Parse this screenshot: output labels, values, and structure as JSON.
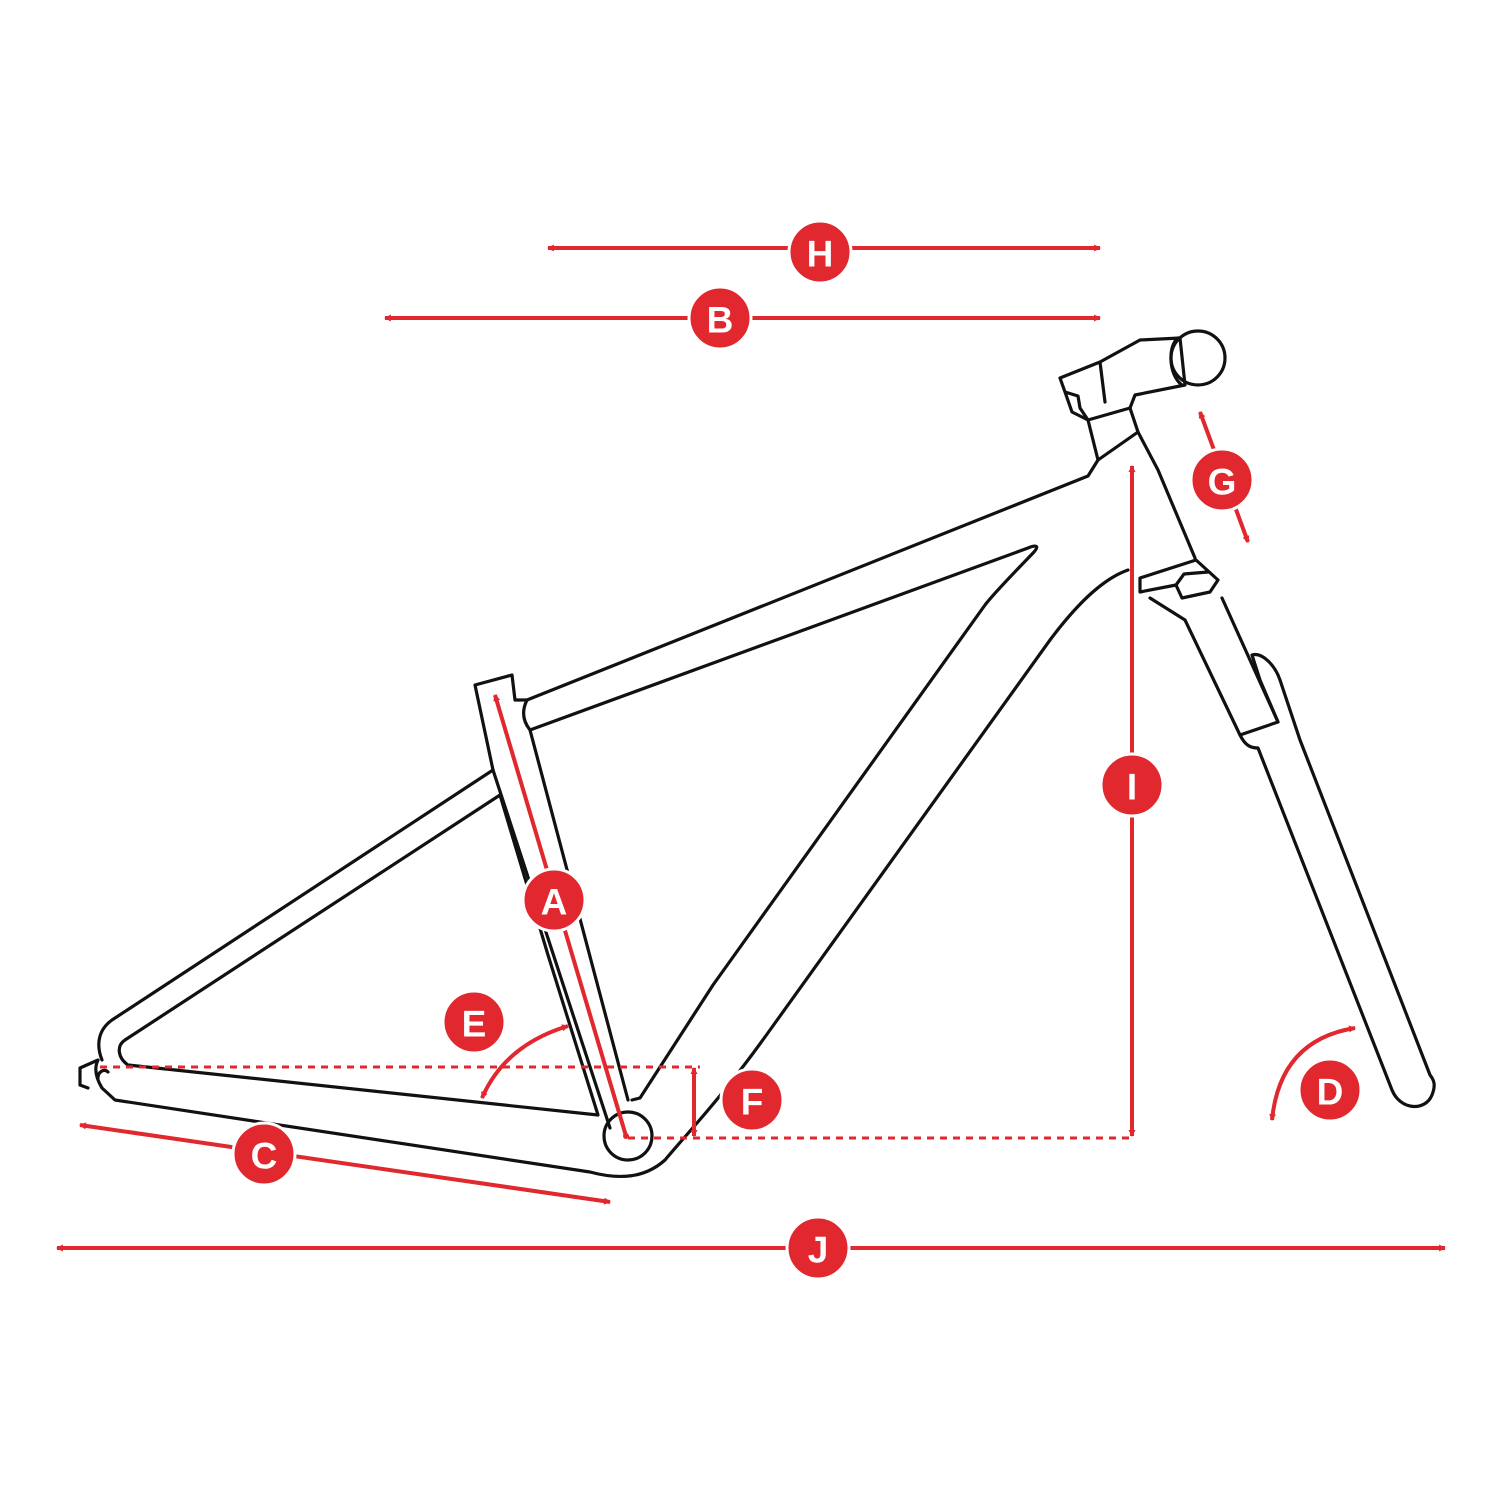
{
  "accent_color": "#e0282e",
  "line_color": "#111111",
  "labels": {
    "A": "A",
    "B": "B",
    "C": "C",
    "D": "D",
    "E": "E",
    "F": "F",
    "G": "G",
    "H": "H",
    "I": "I",
    "J": "J"
  }
}
